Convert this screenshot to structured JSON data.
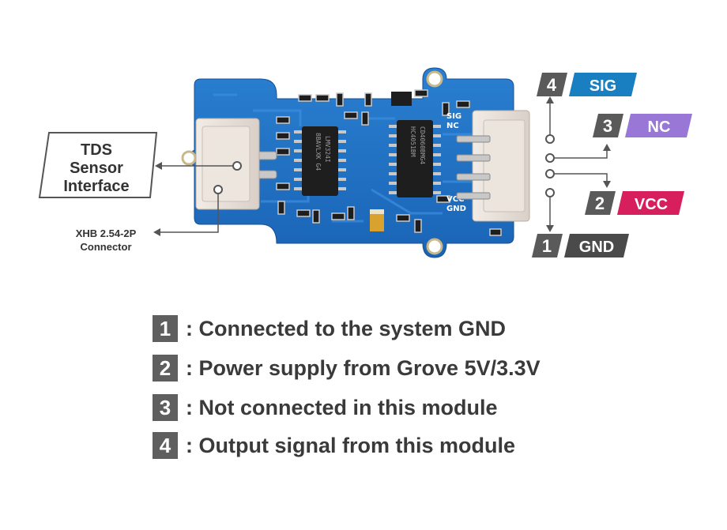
{
  "board": {
    "silk_sig": "SIG",
    "silk_nc": "NC",
    "silk_vcc": "VCC",
    "silk_gnd": "GND",
    "chip1_text": [
      "8BAVLXK G4",
      "LMV324I"
    ],
    "chip2_text": [
      "HC4051BM",
      "CD4060BMG4"
    ]
  },
  "callouts": {
    "tds_label": [
      "TDS",
      "Sensor",
      "Interface"
    ],
    "connector_label": [
      "XHB 2.54-2P",
      "Connector"
    ]
  },
  "pins": [
    {
      "number": "4",
      "name": "SIG",
      "color": "#1a7fc0"
    },
    {
      "number": "3",
      "name": "NC",
      "color": "#9977d6"
    },
    {
      "number": "2",
      "name": "VCC",
      "color": "#d61f5c"
    },
    {
      "number": "1",
      "name": "GND",
      "color": "#4a4a4a"
    }
  ],
  "legend": [
    {
      "number": "1",
      "text": ": Connected to the system GND"
    },
    {
      "number": "2",
      "text": ": Power supply from Grove 5V/3.3V"
    },
    {
      "number": "3",
      "text": ": Not connected in this module"
    },
    {
      "number": "4",
      "text": ": Output signal from this module"
    }
  ],
  "colors": {
    "pcb_blue": "#1d6fc4",
    "number_box": "#5a5a5a",
    "legend_box": "#5f5f5f",
    "text_dark": "#333333"
  }
}
